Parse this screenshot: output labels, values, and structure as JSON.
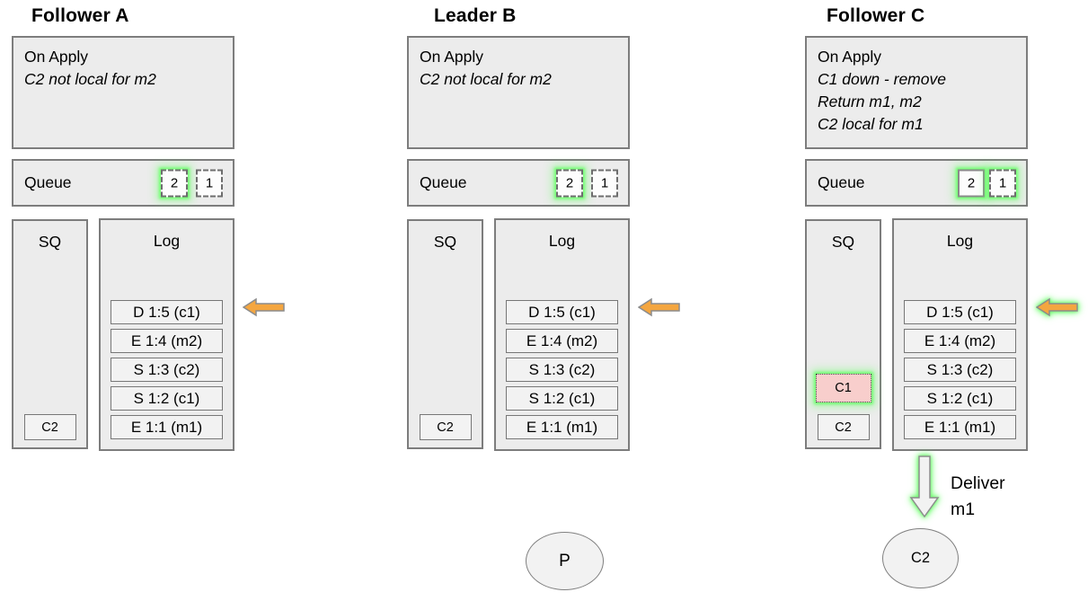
{
  "nodes": [
    {
      "title": "Follower A",
      "apply": {
        "label": "On Apply",
        "notes": "C2 not local for m2"
      },
      "queue": {
        "label": "Queue",
        "items": [
          "2",
          "1"
        ]
      },
      "sq": {
        "label": "SQ",
        "items": [
          "C2"
        ]
      },
      "log": {
        "label": "Log",
        "entries": [
          "D 1:5 (c1)",
          "E 1:4 (m2)",
          "S 1:3 (c2)",
          "S 1:2 (c1)",
          "E 1:1 (m1)"
        ]
      }
    },
    {
      "title": "Leader B",
      "apply": {
        "label": "On Apply",
        "notes": "C2 not local for m2"
      },
      "queue": {
        "label": "Queue",
        "items": [
          "2",
          "1"
        ]
      },
      "sq": {
        "label": "SQ",
        "items": [
          "C2"
        ]
      },
      "log": {
        "label": "Log",
        "entries": [
          "D 1:5 (c1)",
          "E 1:4 (m2)",
          "S 1:3 (c2)",
          "S 1:2 (c1)",
          "E 1:1 (m1)"
        ]
      },
      "actor_label": "P"
    },
    {
      "title": "Follower C",
      "apply": {
        "label": "On Apply",
        "notes": "C1 down - remove\nReturn m1, m2\nC2 local for m1"
      },
      "queue": {
        "label": "Queue",
        "items": [
          "2",
          "1"
        ]
      },
      "sq": {
        "label": "SQ",
        "items": [
          "C1",
          "C2"
        ]
      },
      "log": {
        "label": "Log",
        "entries": [
          "D 1:5 (c1)",
          "E 1:4 (m2)",
          "S 1:3 (c2)",
          "S 1:2 (c1)",
          "E 1:1 (m1)"
        ]
      },
      "deliver_label": "Deliver\nm1",
      "actor_label": "C2"
    }
  ],
  "icons": {
    "log_cursor": "block-arrow-left-icon",
    "deliver": "block-arrow-down-icon"
  },
  "colors": {
    "highlight_glow": "#6eff6e",
    "arrow_orange": "#f4a640",
    "removed_fill": "#f8cecc",
    "panel_fill": "#ececec",
    "panel_border": "#7d7d7d"
  }
}
